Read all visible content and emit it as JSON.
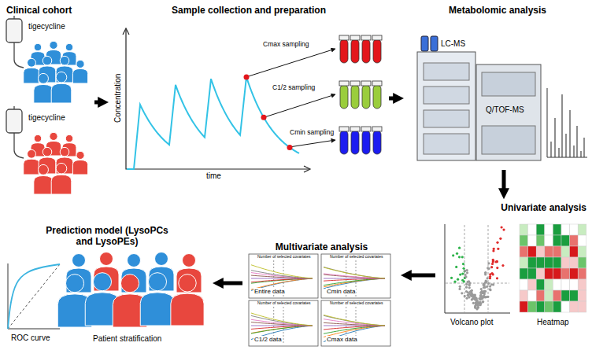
{
  "diagram": {
    "nodes": [
      {
        "text": [
          "Clinical cohort"
        ]
      },
      {
        "text": [
          "Sample collection and preparation"
        ]
      },
      {
        "text": [
          "Metabolomic analysis"
        ]
      },
      {
        "text": [
          "Univariate analysis"
        ]
      },
      {
        "text": [
          "Multivariate analysis"
        ]
      },
      {
        "text": [
          "Prediction model (LysoPCs and LysoPEs)"
        ]
      }
    ],
    "edges": [
      {
        "from": 0,
        "to": 1,
        "arrow": "to"
      },
      {
        "from": 1,
        "to": 2,
        "arrow": "to"
      },
      {
        "from": 2,
        "to": 3,
        "arrow": "to"
      },
      {
        "from": 3,
        "to": 4,
        "arrow": "to"
      },
      {
        "from": 4,
        "to": 5,
        "arrow": "to"
      }
    ],
    "labels": [
      "tigecycline",
      "tigecycline",
      "Concentration",
      "time",
      "Cmax sampling",
      "C1/2 sampling",
      "Cmin sampling",
      "LC-MS",
      "Q/TOF-MS",
      "Volcano plot",
      "Heatmap",
      "Entire data",
      "Cmin data",
      "C1/2 data",
      "Cmax data",
      "Number of selected covariates",
      "Number of selected covariates",
      "Number of selected covariates",
      "Number of selected covariates",
      "ROC curve",
      "Patient stratification"
    ]
  }
}
